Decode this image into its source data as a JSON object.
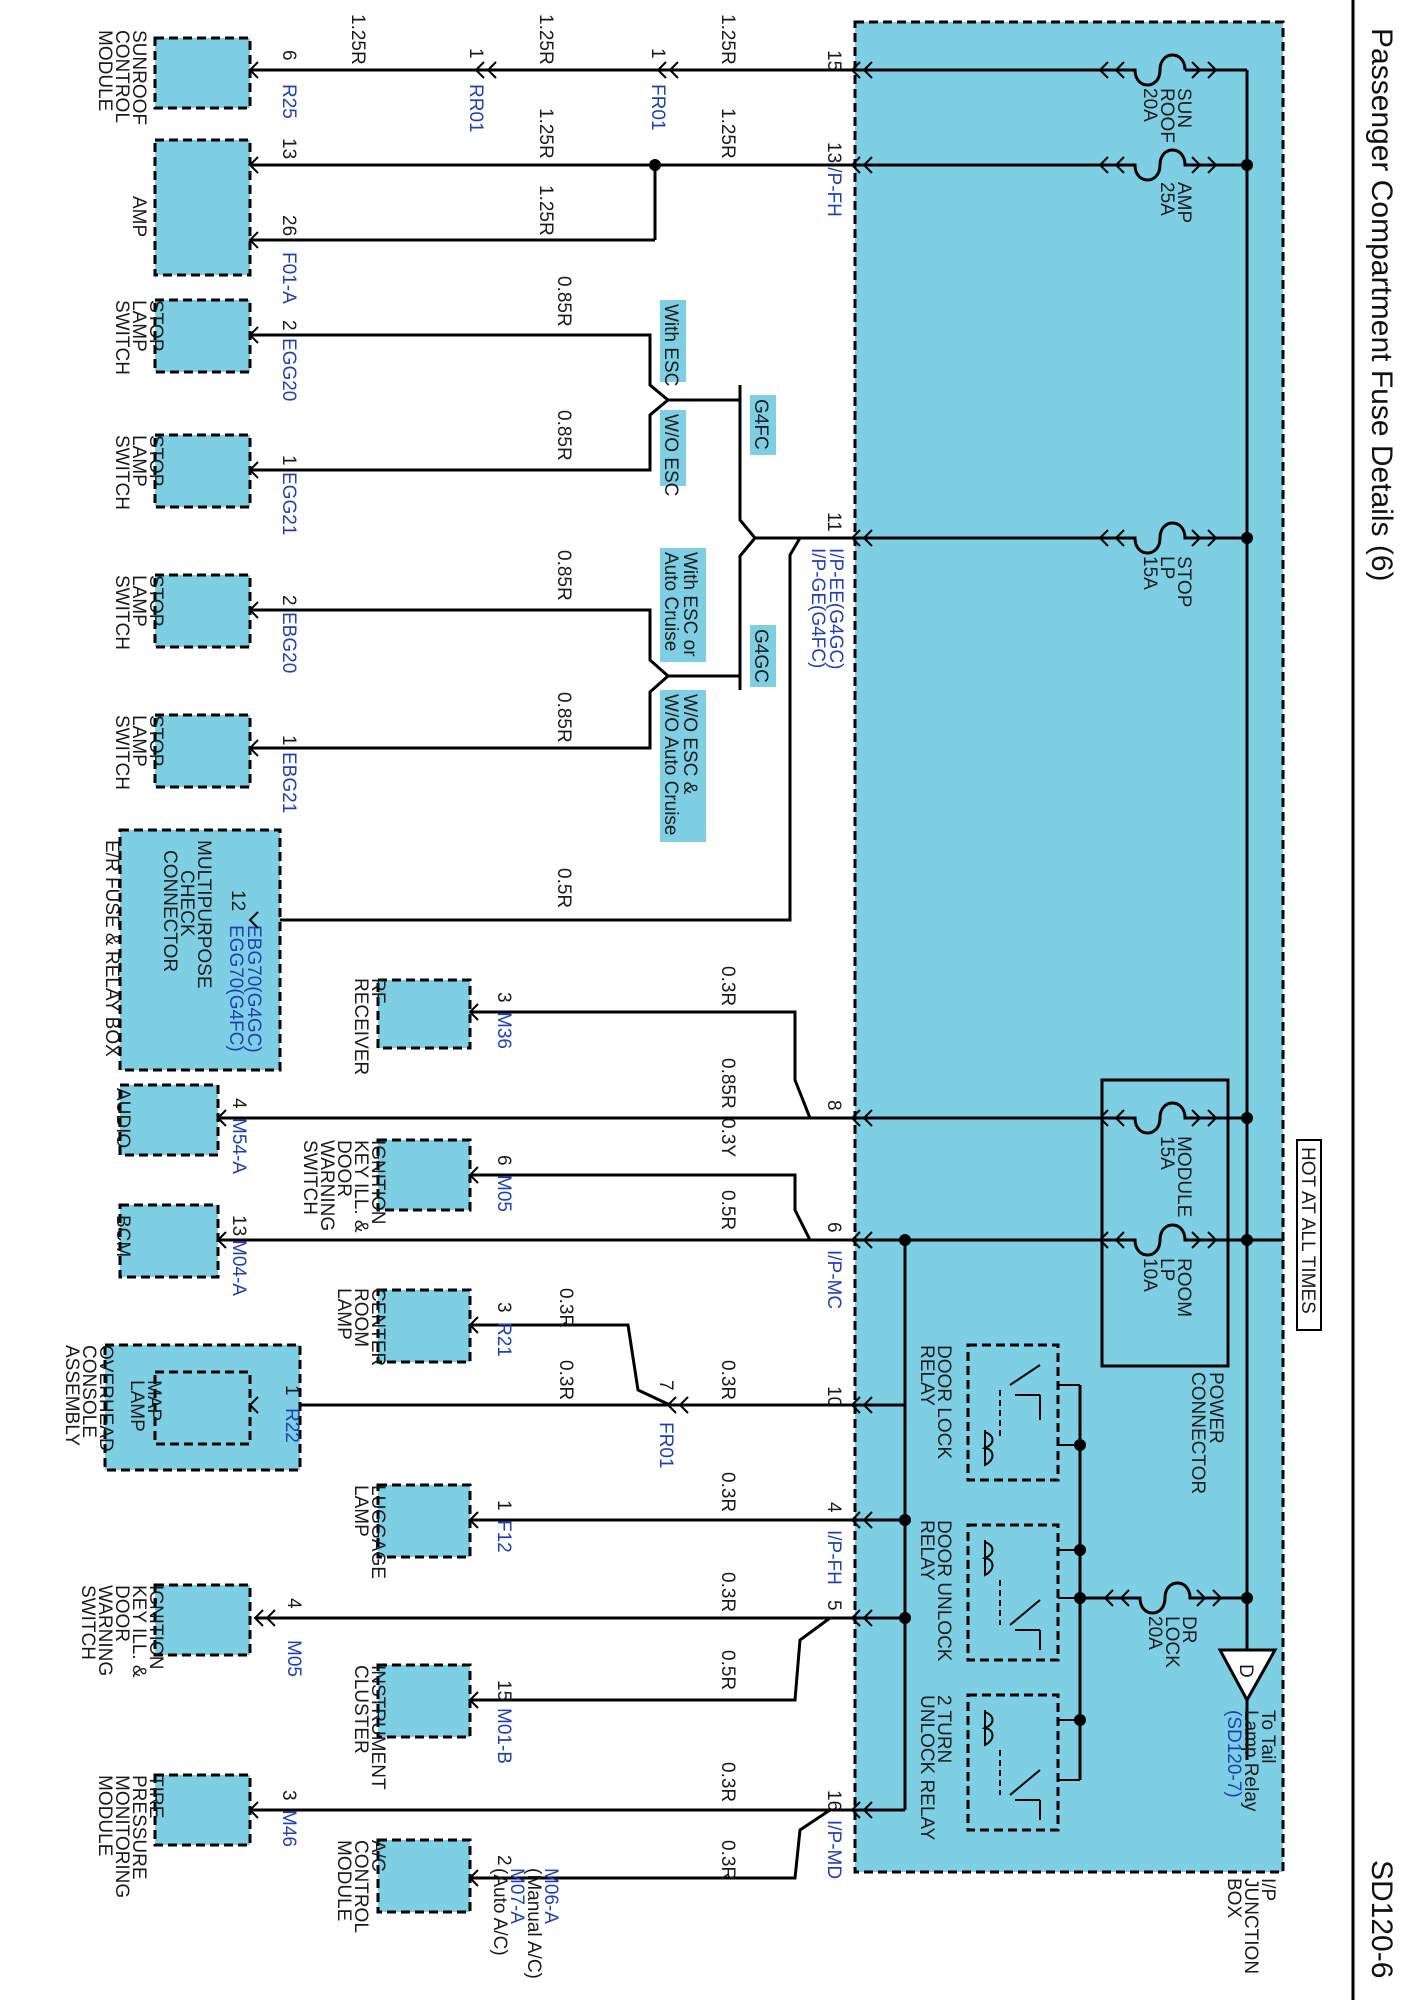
{
  "header": {
    "title": "Passenger Compartment Fuse Details (6)",
    "code": "SD120-6"
  },
  "junction_box": {
    "label_line1": "I/P",
    "label_line2": "JUNCTION",
    "label_line3": "BOX",
    "hot_label": "HOT AT ALL TIMES",
    "power_connector_line1": "POWER",
    "power_connector_line2": "CONNECTOR"
  },
  "fuses": [
    {
      "line1": "SUN",
      "line2": "ROOF",
      "line3": "20A"
    },
    {
      "line1": "AMP",
      "line2": "25A",
      "line3": ""
    },
    {
      "line1": "STOP",
      "line2": "LP",
      "line3": "15A"
    },
    {
      "line1": "MODULE",
      "line2": "15A",
      "line3": ""
    },
    {
      "line1": "ROOM",
      "line2": "LP",
      "line3": "10A"
    },
    {
      "line1": "DR",
      "line2": "LOCK",
      "line3": "20A"
    }
  ],
  "relays": [
    {
      "line1": "DOOR LOCK",
      "line2": "RELAY"
    },
    {
      "line1": "DOOR UNLOCK",
      "line2": "RELAY"
    },
    {
      "line1": "2 TURN",
      "line2": "UNLOCK RELAY"
    }
  ],
  "tail_ref": {
    "letter": "D",
    "line1": "To Tail",
    "line2": "Lamp Relay",
    "link": "(SD120-7)"
  },
  "jb_pins": {
    "p15": "15",
    "p13": "13",
    "p11": "11",
    "p8": "8",
    "p6": "6",
    "p10": "10",
    "p4": "4",
    "p5": "5",
    "p16": "16"
  },
  "jb_connectors": {
    "ipfh1": "I/P-FH",
    "ipee": "I/P-EE(G4GC)",
    "ipge": "I/P-GE(G4FC)",
    "ipmc": "I/P-MC",
    "ipfh2": "I/P-FH",
    "ipmd": "I/P-MD"
  },
  "wires": {
    "w1": "1.25R",
    "w2": "1.25R",
    "w3": "1.25R",
    "w4": "1.25R",
    "w5": "1.25R",
    "w6": "1.25R",
    "w7": "0.85R",
    "w8": "0.85R",
    "w9": "0.85R",
    "w10": "0.85R",
    "w11": "0.5R",
    "w12": "0.3R",
    "w13": "0.85R",
    "w14": "0.3Y",
    "w15": "0.5R",
    "w16": "0.3R",
    "w17": "0.3R",
    "w18": "0.3R",
    "w19": "0.3R",
    "w20": "0.3R",
    "w21": "0.5R",
    "w22": "0.3R",
    "w23": "0.3R"
  },
  "option_tags": {
    "with_esc": "With ESC",
    "wo_esc": "W/O ESC",
    "g4fc": "G4FC",
    "g4gc": "G4GC",
    "with_esc_cruise_1": "With ESC or",
    "with_esc_cruise_2": "Auto Cruise",
    "wo_esc_cruise_1": "W/O ESC &",
    "wo_esc_cruise_2": "W/O Auto Cruise"
  },
  "splices": {
    "rr01": {
      "pin": "1",
      "name": "RR01"
    },
    "fr01a": {
      "pin": "1",
      "name": "FR01"
    },
    "fr01b": {
      "pin": "7",
      "name": "FR01"
    }
  },
  "components": [
    {
      "id": "sunroof",
      "l1": "SUNROOF",
      "l2": "CONTROL",
      "l3": "MODULE",
      "l4": "",
      "pin": "6",
      "conn": "R25"
    },
    {
      "id": "amp",
      "l1": "AMP",
      "l2": "",
      "l3": "",
      "l4": "",
      "pin": "13",
      "pin2": "26",
      "conn": "F01-A"
    },
    {
      "id": "stop1",
      "l1": "STOP",
      "l2": "LAMP",
      "l3": "SWITCH",
      "l4": "",
      "pin": "2",
      "conn": "EGG20"
    },
    {
      "id": "stop2",
      "l1": "STOP",
      "l2": "LAMP",
      "l3": "SWITCH",
      "l4": "",
      "pin": "1",
      "conn": "EGG21"
    },
    {
      "id": "stop3",
      "l1": "STOP",
      "l2": "LAMP",
      "l3": "SWITCH",
      "l4": "",
      "pin": "2",
      "conn": "EBG20"
    },
    {
      "id": "stop4",
      "l1": "STOP",
      "l2": "LAMP",
      "l3": "SWITCH",
      "l4": "",
      "pin": "1",
      "conn": "EBG21"
    },
    {
      "id": "multi",
      "l1": "MULTIPURPOSE",
      "l2": "CHECK",
      "l3": "CONNECTOR",
      "l4": "E/R FUSE & RELAY BOX",
      "pin": "12",
      "conn": "EBG70(G4GC)",
      "conn2": "EGG70(G4FC)"
    },
    {
      "id": "rf",
      "l1": "RF",
      "l2": "RECEIVER",
      "l3": "",
      "l4": "",
      "pin": "3",
      "conn": "M36"
    },
    {
      "id": "audio",
      "l1": "AUDIO",
      "l2": "",
      "l3": "",
      "l4": "",
      "pin": "4",
      "conn": "M54-A"
    },
    {
      "id": "ign1",
      "l1": "IGNITION",
      "l2": "KEY ILL. &",
      "l3": "DOOR",
      "l4": "WARNING",
      "l5": "SWITCH",
      "pin": "6",
      "conn": "M05"
    },
    {
      "id": "bcm",
      "l1": "BCM",
      "l2": "",
      "l3": "",
      "l4": "",
      "pin": "13",
      "conn": "M04-A"
    },
    {
      "id": "room",
      "l1": "CENTER",
      "l2": "ROOM",
      "l3": "LAMP",
      "l4": "",
      "pin": "3",
      "conn": "R21"
    },
    {
      "id": "overhead",
      "l1": "OVERHEAD",
      "l2": "CONSOLE",
      "l3": "ASSEMBLY",
      "l4": "",
      "inner1": "MAP",
      "inner2": "LAMP",
      "pin": "1",
      "conn": "R22"
    },
    {
      "id": "luggage",
      "l1": "LUGGAGE",
      "l2": "LAMP",
      "l3": "",
      "l4": "",
      "pin": "1",
      "conn": "F12"
    },
    {
      "id": "ign2",
      "l1": "IGNITION",
      "l2": "KEY ILL. &",
      "l3": "DOOR",
      "l4": "WARNING",
      "l5": "SWITCH",
      "pin": "4",
      "conn": "M05"
    },
    {
      "id": "cluster",
      "l1": "INSTRUMENT",
      "l2": "CLUSTER",
      "l3": "",
      "l4": "",
      "pin": "15",
      "conn": "M01-B"
    },
    {
      "id": "tpms",
      "l1": "TIRE",
      "l2": "PRESSURE",
      "l3": "MONITORING",
      "l4": "MODULE",
      "pin": "3",
      "conn": "M46"
    },
    {
      "id": "ac",
      "l1": "A/C",
      "l2": "CONTROL",
      "l3": "MODULE",
      "l4": "",
      "pin": "2",
      "conn": "M06-A",
      "conn_note": "(Manual A/C)",
      "conn2": "M07-A",
      "conn2_note": "(Auto A/C)"
    }
  ],
  "colors": {
    "fill": "#7ecfe3",
    "link_text": "#1f3fb5",
    "wire": "#000000"
  }
}
